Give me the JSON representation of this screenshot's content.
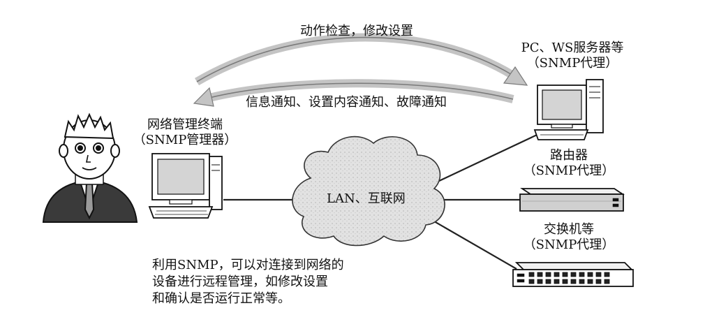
{
  "arrows": {
    "top_label": "动作检查，修改设置",
    "bottom_label": "信息通知、设置内容通知、故障通知"
  },
  "manager": {
    "line1": "网络管理终端",
    "line2": "（SNMP管理器）"
  },
  "cloud": {
    "label": "LAN、互联网"
  },
  "agents": [
    {
      "line1": "PC、WS服务器等",
      "line2": "（SNMP代理）"
    },
    {
      "line1": "路由器",
      "line2": "（SNMP代理）"
    },
    {
      "line1": "交换机等",
      "line2": "（SNMP代理）"
    }
  ],
  "note": {
    "lines": [
      "利用SNMP，可以对连接到网络的",
      "设备进行远程管理，如修改设置",
      "和确认是否运行正常等。"
    ]
  }
}
